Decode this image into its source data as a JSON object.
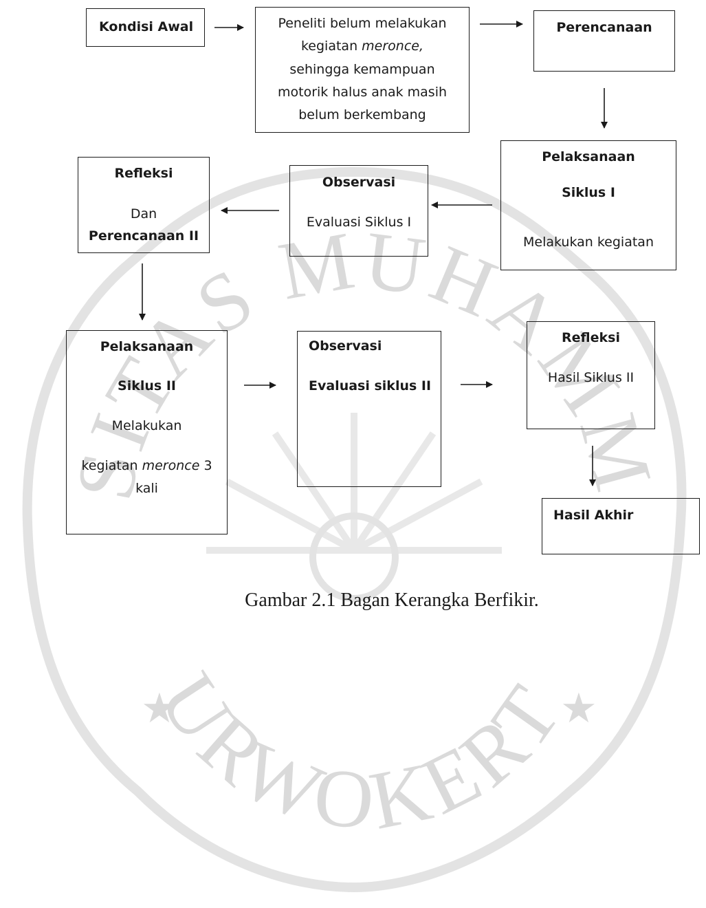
{
  "diagram": {
    "nodes": {
      "kondisi_awal": {
        "title": "Kondisi Awal"
      },
      "kondisi_desc": {
        "line1": "Peneliti belum melakukan",
        "line2_pre": "kegiatan ",
        "line2_em": "meronce,",
        "line3": "sehingga kemampuan",
        "line4": "motorik halus anak masih",
        "line5": "belum berkembang"
      },
      "perencanaan": {
        "title": "Perencanaan"
      },
      "pelaksanaan1": {
        "title": "Pelaksanaan",
        "subtitle": "Siklus I",
        "body": "Melakukan kegiatan"
      },
      "observasi1": {
        "title": "Observasi",
        "body": "Evaluasi Siklus I"
      },
      "refleksi1": {
        "title": "Refleksi",
        "line1": "Dan",
        "line2": "Perencanaan II"
      },
      "pelaksanaan2": {
        "title": "Pelaksanaan",
        "subtitle": "Siklus II",
        "line1": "Melakukan",
        "line2_pre": "kegiatan ",
        "line2_em": "meronce",
        "line2_post": " 3",
        "line3": "kali"
      },
      "observasi2": {
        "title": "Observasi",
        "body": "Evaluasi siklus II"
      },
      "refleksi2": {
        "title": "Refleksi",
        "body": "Hasil Siklus II"
      },
      "hasil_akhir": {
        "title": "Hasil Akhir"
      }
    },
    "caption": "Gambar 2.1 Bagan Kerangka Berfikir."
  },
  "watermark": {
    "top_text": "UNIVERSITAS MUHAMMADIYAH",
    "bottom_text": "PURWOKERTO",
    "color": "#d4d4d4"
  }
}
